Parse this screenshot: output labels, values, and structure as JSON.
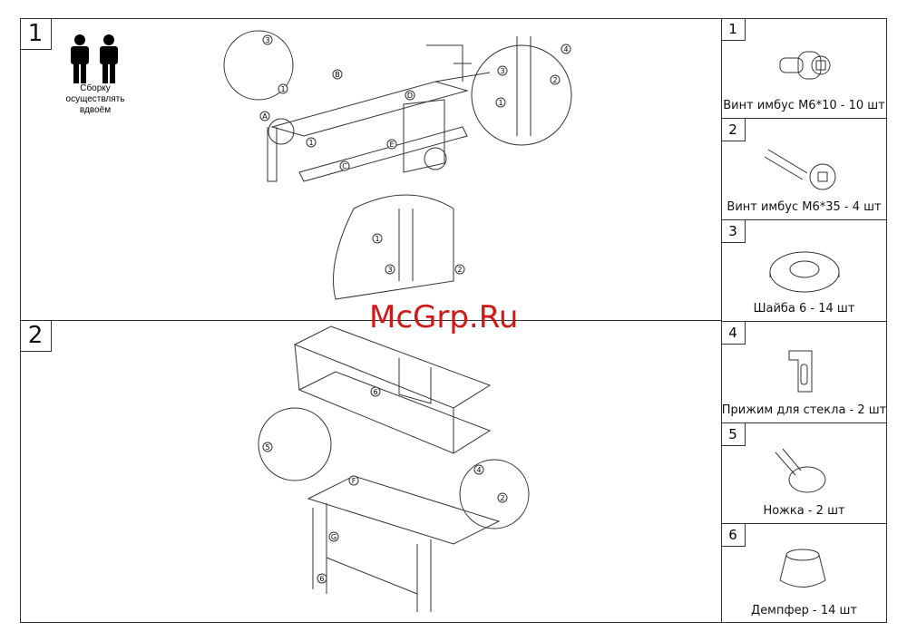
{
  "steps": [
    {
      "number": "1",
      "note": [
        "Сборку",
        "осуществлять",
        "вдвоём"
      ]
    },
    {
      "number": "2"
    }
  ],
  "labels": {
    "A": "A",
    "B": "B",
    "C": "C",
    "D": "D",
    "E": "E",
    "F": "F",
    "G": "G",
    "n1": "1",
    "n2": "2",
    "n3": "3",
    "n4": "4",
    "n5": "5",
    "n6": "6"
  },
  "parts": [
    {
      "number": "1",
      "label": "Винт имбус М6*10 - 10 шт",
      "icon": "short-hex-screw"
    },
    {
      "number": "2",
      "label": "Винт имбус М6*35 - 4 шт",
      "icon": "long-hex-screw"
    },
    {
      "number": "3",
      "label": "Шайба 6 - 14 шт",
      "icon": "washer"
    },
    {
      "number": "4",
      "label": "Прижим для стекла - 2 шт",
      "icon": "glass-clamp"
    },
    {
      "number": "5",
      "label": "Ножка - 2 шт",
      "icon": "foot"
    },
    {
      "number": "6",
      "label": "Демпфер - 14 шт",
      "icon": "damper"
    }
  ],
  "watermark": "McGrp.Ru"
}
